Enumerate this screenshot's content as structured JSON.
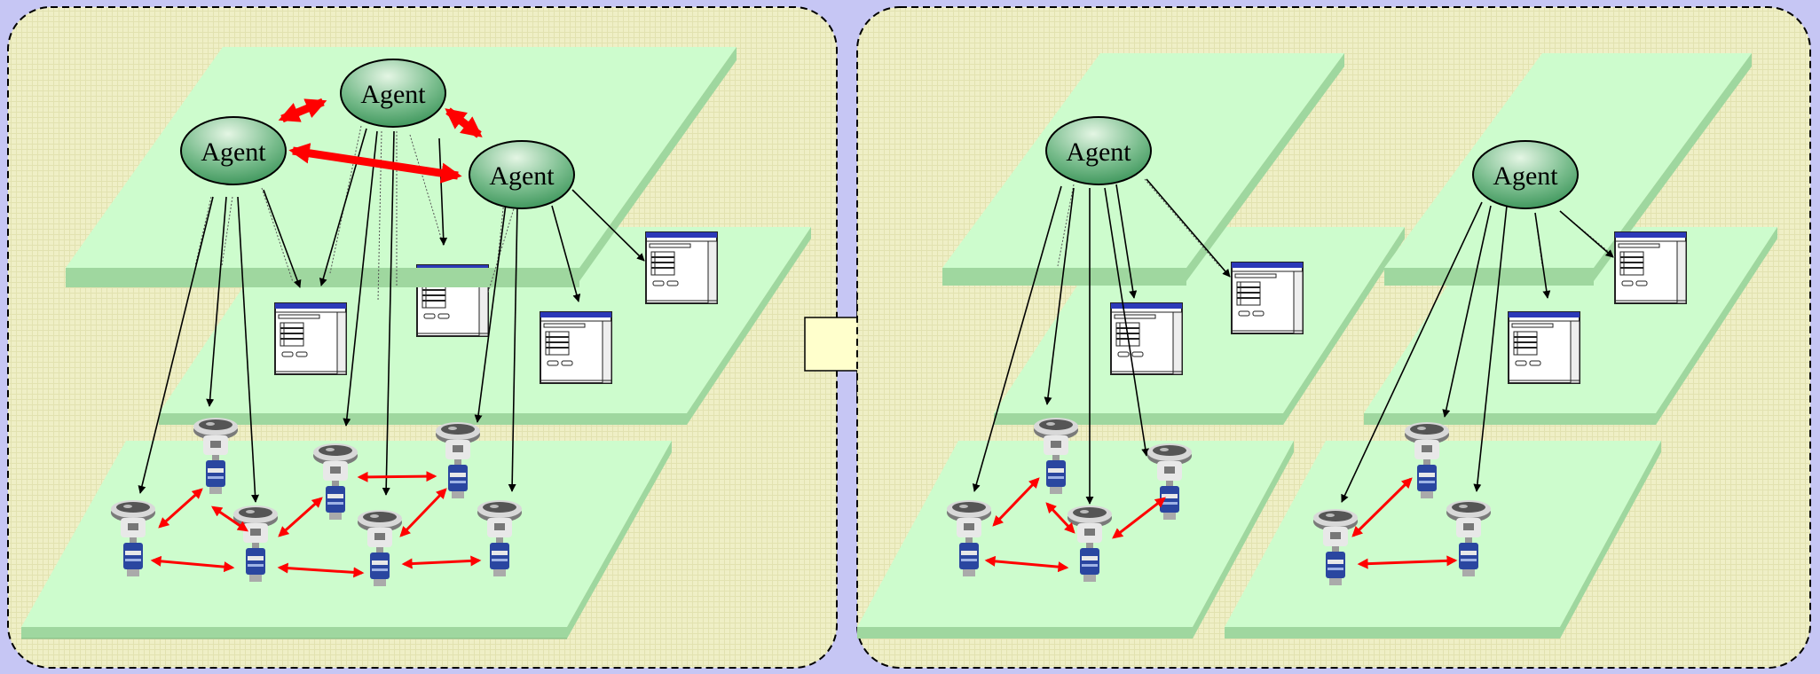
{
  "diagram": {
    "agent_label": "Agent",
    "colors": {
      "background": "#c6c6f4",
      "panel": "#efefc6",
      "plane_top": "#cdfccd",
      "plane_side": "#9fd79f",
      "agent_light": "#dff3df",
      "agent_dark": "#2f8c4f",
      "link": "#ff0000",
      "window_title": "#2c39b8"
    },
    "left_panel": {
      "agents": [
        {
          "id": "left-agent-1",
          "label": "Agent"
        },
        {
          "id": "left-agent-2",
          "label": "Agent"
        },
        {
          "id": "left-agent-3",
          "label": "Agent"
        }
      ],
      "sensor_count": 7,
      "window_count": 4
    },
    "transition_arrow": {
      "icon": "right-block-arrow-icon"
    },
    "right_panel": {
      "agents": [
        {
          "id": "right-agent-1",
          "label": "Agent"
        },
        {
          "id": "right-agent-2",
          "label": "Agent"
        }
      ],
      "sensor_count": 7,
      "window_count": 4
    }
  }
}
